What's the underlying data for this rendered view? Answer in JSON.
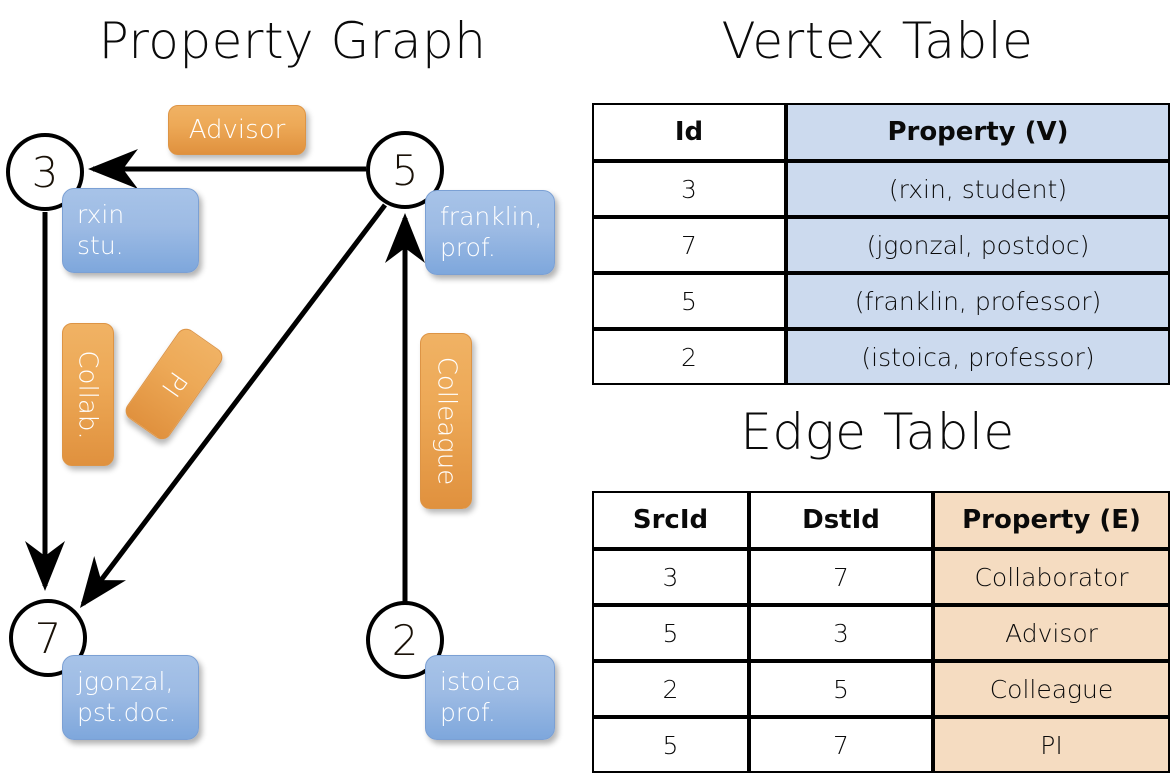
{
  "titles": {
    "property_graph": "Property Graph",
    "vertex_table": "Vertex Table",
    "edge_table": "Edge Table"
  },
  "graph": {
    "nodes": [
      {
        "id": "3",
        "property_label": "rxin\nstu."
      },
      {
        "id": "5",
        "property_label": "franklin,\nprof."
      },
      {
        "id": "7",
        "property_label": "jgonzal,\npst.doc."
      },
      {
        "id": "2",
        "property_label": "istoica\nprof."
      }
    ],
    "edge_labels": {
      "advisor": "Advisor",
      "collab": "Collab.",
      "pi": "PI",
      "colleague": "Colleague"
    }
  },
  "vertex_table": {
    "headers": [
      "Id",
      "Property (V)"
    ],
    "rows": [
      [
        "3",
        "(rxin, student)"
      ],
      [
        "7",
        "(jgonzal, postdoc)"
      ],
      [
        "5",
        "(franklin, professor)"
      ],
      [
        "2",
        "(istoica, professor)"
      ]
    ]
  },
  "edge_table": {
    "headers": [
      "SrcId",
      "DstId",
      "Property (E)"
    ],
    "rows": [
      [
        "3",
        "7",
        "Collaborator"
      ],
      [
        "5",
        "3",
        "Advisor"
      ],
      [
        "2",
        "5",
        "Colleague"
      ],
      [
        "5",
        "7",
        "PI"
      ]
    ]
  },
  "colors": {
    "vertex_property_fill": "#ccdaee",
    "edge_property_fill": "#f5dcc1",
    "node_box_blue": "#9dbbe4",
    "edge_label_orange": "#eda957",
    "stroke": "#000000"
  },
  "chart_data": {
    "type": "diagram",
    "title": "Property Graph",
    "vertices": [
      {
        "id": 3,
        "name": "rxin",
        "role": "student"
      },
      {
        "id": 7,
        "name": "jgonzal",
        "role": "postdoc"
      },
      {
        "id": 5,
        "name": "franklin",
        "role": "professor"
      },
      {
        "id": 2,
        "name": "istoica",
        "role": "professor"
      }
    ],
    "edges": [
      {
        "src": 3,
        "dst": 7,
        "property": "Collaborator"
      },
      {
        "src": 5,
        "dst": 3,
        "property": "Advisor"
      },
      {
        "src": 2,
        "dst": 5,
        "property": "Colleague"
      },
      {
        "src": 5,
        "dst": 7,
        "property": "PI"
      }
    ]
  }
}
